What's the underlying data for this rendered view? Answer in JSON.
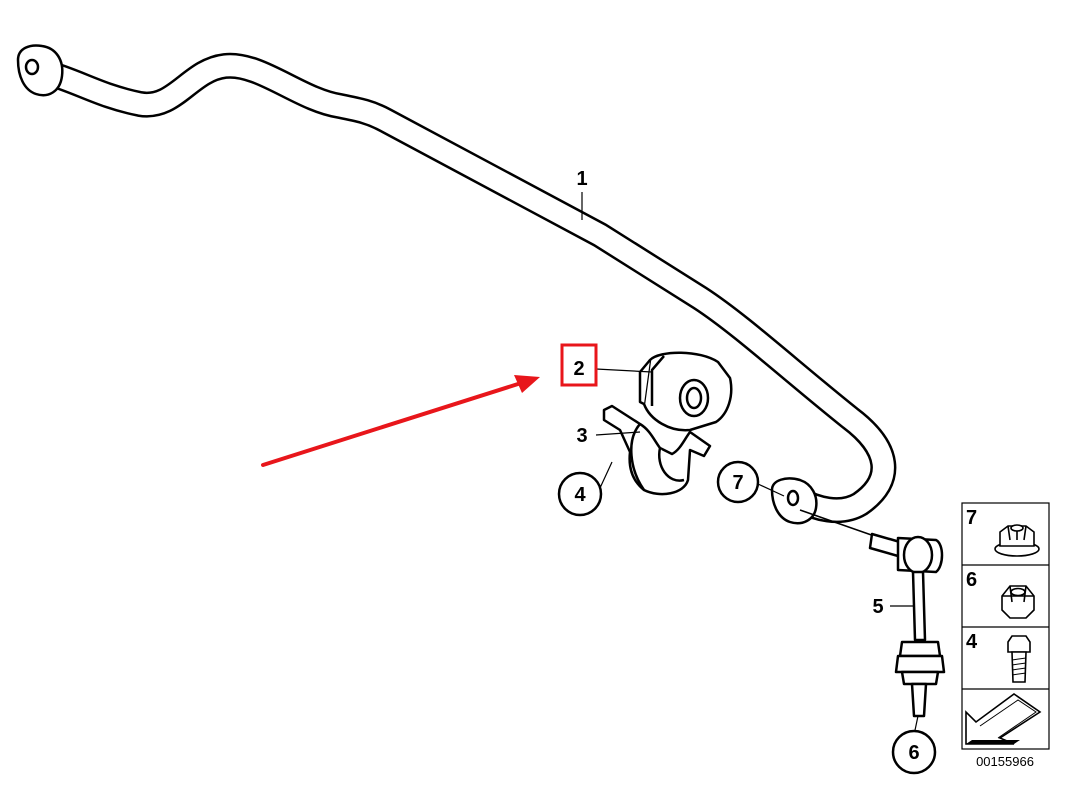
{
  "callouts": {
    "c1": "1",
    "c2": "2",
    "c3": "3",
    "c4": "4",
    "c5": "5",
    "c6": "6",
    "c7": "7"
  },
  "legend": {
    "items": [
      {
        "num": "7",
        "icon": "flange-nut-icon"
      },
      {
        "num": "6",
        "icon": "hex-nut-icon"
      },
      {
        "num": "4",
        "icon": "bolt-icon"
      }
    ],
    "direction_icon": "forward-arrow-icon",
    "code": "00155966"
  },
  "colors": {
    "line": "#000000",
    "highlight": "#e8161b",
    "background": "#ffffff"
  }
}
